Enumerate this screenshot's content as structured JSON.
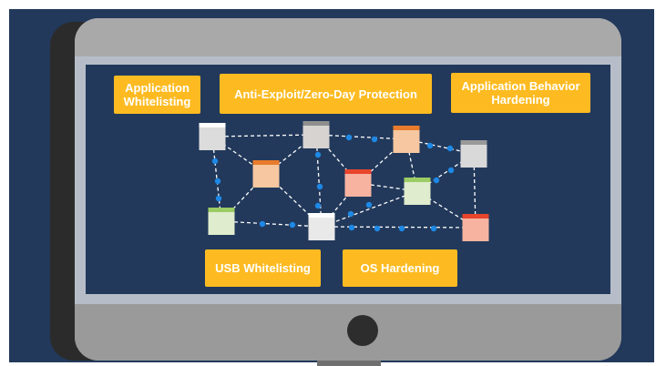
{
  "labels": {
    "app_whitelisting": "Application Whitelisting",
    "anti_exploit": "Anti-Exploit/Zero-Day Protection",
    "app_behavior": "Application Behavior Hardening",
    "usb_whitelisting": "USB Whitelisting",
    "os_hardening": "OS Hardening"
  },
  "colors": {
    "background": "#22395b",
    "label_fill": "#fdbb21",
    "connector": "#ffffff",
    "dot": "#1e88e5"
  },
  "nodes": [
    {
      "id": "n1",
      "body": "#dcdcdc",
      "header": "#ffffff"
    },
    {
      "id": "n2",
      "body": "#d7d3d1",
      "header": "#8e8e8e"
    },
    {
      "id": "n3",
      "body": "#f6c7a0",
      "header": "#e87b2c"
    },
    {
      "id": "n4",
      "body": "#d9d9d9",
      "header": "#9a9a9a"
    },
    {
      "id": "n5",
      "body": "#f6c7a0",
      "header": "#e87b2c"
    },
    {
      "id": "n6",
      "body": "#f7b3a0",
      "header": "#e8452c"
    },
    {
      "id": "n7",
      "body": "#dfeccd",
      "header": "#9ccc65"
    },
    {
      "id": "n8",
      "body": "#dfeccd",
      "header": "#9ccc65"
    },
    {
      "id": "n9",
      "body": "#e9e9e9",
      "header": "#ffffff"
    },
    {
      "id": "n10",
      "body": "#f7b3a0",
      "header": "#e8452c"
    }
  ]
}
